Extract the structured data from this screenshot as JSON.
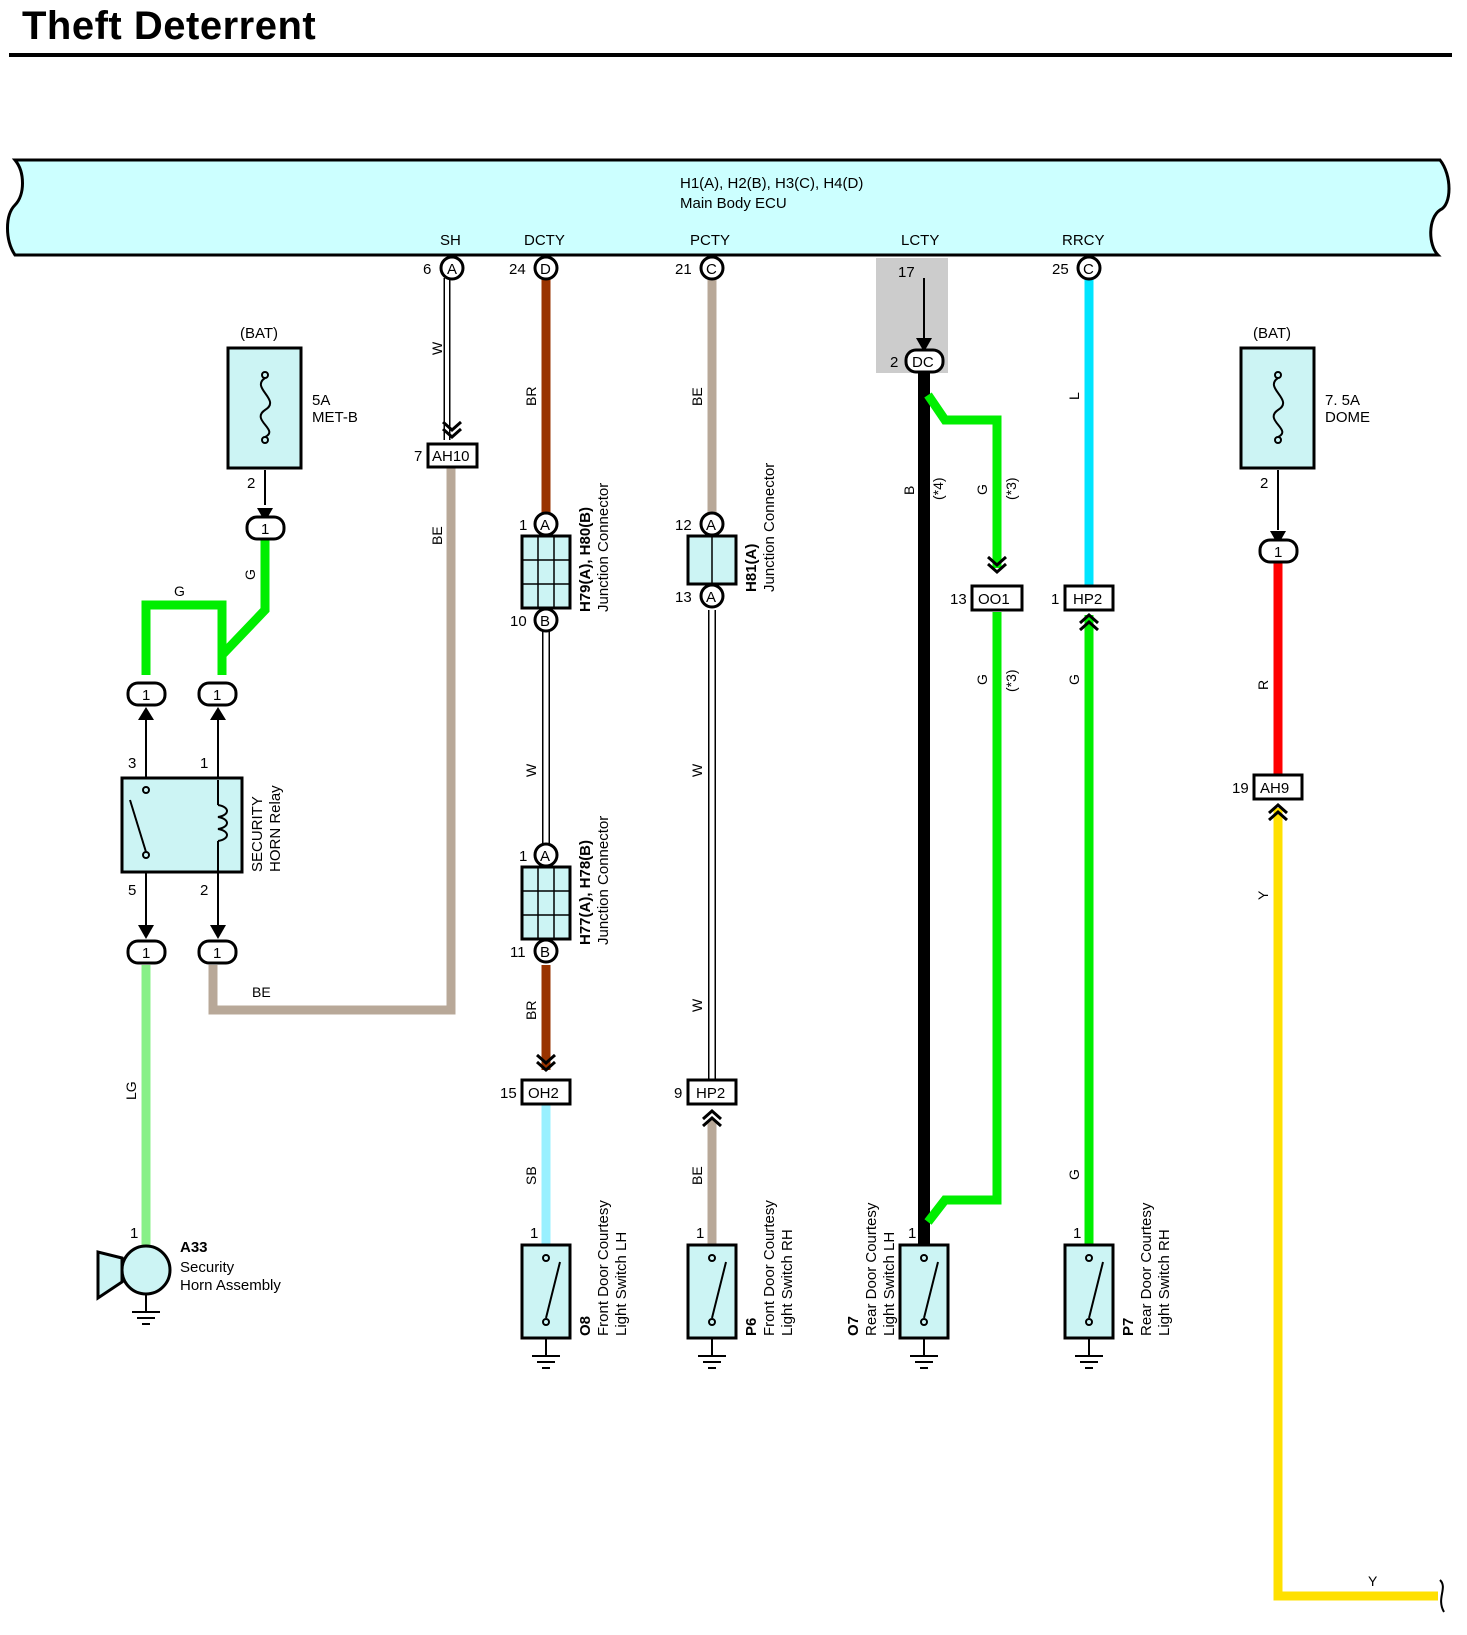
{
  "title": "Theft Deterrent",
  "colors": {
    "ecu_fill": "#ccffff",
    "comp_fill": "#ccf4f4",
    "wire_BR": "#993300",
    "wire_BE": "#b8a898",
    "wire_W": "#ffffff",
    "wire_G": "#00ee00",
    "wire_LG": "#88f088",
    "wire_L": "#00e5ff",
    "wire_SB": "#99f0ff",
    "wire_R": "#ff0000",
    "wire_Y": "#ffe000",
    "wire_B": "#000000",
    "highlight": "#cccccc"
  },
  "ecu": {
    "connectors": "H1(A), H2(B), H3(C), H4(D)",
    "name": "Main Body ECU",
    "terminals": [
      {
        "label": "SH",
        "pin": "6",
        "conn": "A"
      },
      {
        "label": "DCTY",
        "pin": "24",
        "conn": "D"
      },
      {
        "label": "PCTY",
        "pin": "21",
        "conn": "C"
      },
      {
        "label": "LCTY",
        "pin": "17",
        "conn": ""
      },
      {
        "label": "RRCY",
        "pin": "25",
        "conn": "C"
      }
    ]
  },
  "fuse_left": {
    "source": "(BAT)",
    "rating": "5A",
    "name": "MET-B",
    "pin_out": "2",
    "conn_pin": "1"
  },
  "fuse_right": {
    "source": "(BAT)",
    "rating": "7. 5A",
    "name": "DOME",
    "pin_out": "2",
    "conn_pin": "1"
  },
  "relay": {
    "line1": "SECURITY",
    "line2": "HORN Relay",
    "pin3": "3",
    "pin1": "1",
    "pin5": "5",
    "pin2": "2",
    "conn": "1"
  },
  "horn": {
    "code": "A33",
    "line1": "Security",
    "line2": "Horn Assembly",
    "pin": "1"
  },
  "jc_h79": {
    "name": "H79(A), H80(B)",
    "desc": "Junction Connector",
    "pin_top": "1",
    "conn_top": "A",
    "pin_bot": "10",
    "conn_bot": "B"
  },
  "jc_h77": {
    "name": "H77(A), H78(B)",
    "desc": "Junction Connector",
    "pin_top": "1",
    "conn_top": "A",
    "pin_bot": "11",
    "conn_bot": "B"
  },
  "jc_h81": {
    "name": "H81(A)",
    "desc": "Junction Connector",
    "pin_top": "12",
    "conn_top": "A",
    "pin_bot": "13",
    "conn_bot": "A"
  },
  "connectors": {
    "ah10": {
      "pin": "7",
      "name": "AH10"
    },
    "dc": {
      "pin": "2",
      "name": "DC"
    },
    "oo1": {
      "pin": "13",
      "name": "OO1"
    },
    "hp2_top": {
      "pin": "1",
      "name": "HP2"
    },
    "oh2": {
      "pin": "15",
      "name": "OH2"
    },
    "hp2_bot": {
      "pin": "9",
      "name": "HP2"
    },
    "ah9": {
      "pin": "19",
      "name": "AH9"
    }
  },
  "switches": {
    "o8": {
      "code": "O8",
      "line1": "Front Door Courtesy",
      "line2": "Light Switch LH",
      "pin": "1"
    },
    "p6": {
      "code": "P6",
      "line1": "Front Door Courtesy",
      "line2": "Light Switch RH",
      "pin": "1"
    },
    "o7": {
      "code": "O7",
      "line1": "Rear Door Courtesy",
      "line2": "Light Switch LH",
      "pin": "1"
    },
    "p7": {
      "code": "P7",
      "line1": "Rear Door Courtesy",
      "line2": "Light Switch RH",
      "pin": "1"
    }
  },
  "wire_labels": {
    "w": "W",
    "be": "BE",
    "br": "BR",
    "g": "G",
    "lg": "LG",
    "l": "L",
    "sb": "SB",
    "r": "R",
    "y": "Y",
    "b": "B",
    "note4": "(*4)",
    "note3": "(*3)"
  }
}
